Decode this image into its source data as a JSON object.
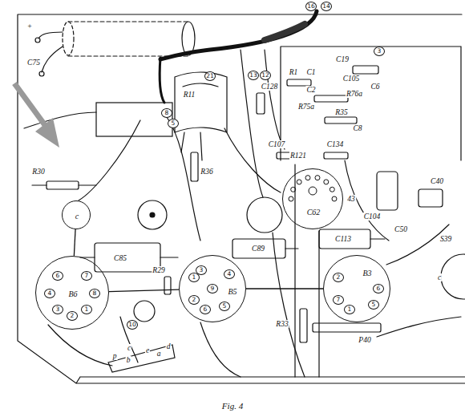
{
  "diagram": {
    "caption": "Fig. 4",
    "nodes": [
      {
        "text": [
          "C62"
        ]
      },
      {
        "text": [
          "c"
        ]
      },
      {
        "text": [
          "B6"
        ]
      },
      {
        "text": [
          "B5"
        ]
      },
      {
        "text": [
          "B3"
        ]
      }
    ],
    "edges": [
      {
        "from": 1,
        "to": 2,
        "arrow": "none"
      },
      {
        "from": 2,
        "to": 3,
        "arrow": "none"
      },
      {
        "from": 3,
        "to": 4,
        "arrow": "none"
      }
    ],
    "labels": [
      "16",
      "14",
      "+",
      "C75",
      "R30",
      "8",
      "5",
      "21",
      "13",
      "12",
      "3",
      "R1",
      "C1",
      "C19",
      "C105",
      "C6",
      "C2",
      "R76a",
      "R75a",
      "R35",
      "C8",
      "C128",
      "R11",
      "C107",
      "R121",
      "C134",
      "R36",
      "43",
      "C104",
      "C40",
      "C50",
      "S39",
      "C85",
      "C89",
      "C113",
      "R29",
      "R33",
      "P40",
      "10",
      "c",
      "6",
      "7",
      "4",
      "8",
      "3",
      "1",
      "2",
      "3",
      "4",
      "2",
      "9",
      "6",
      "5",
      "1",
      "2",
      "6",
      "7",
      "1",
      "5",
      "p",
      "b",
      "c",
      "e",
      "a",
      "d"
    ]
  }
}
